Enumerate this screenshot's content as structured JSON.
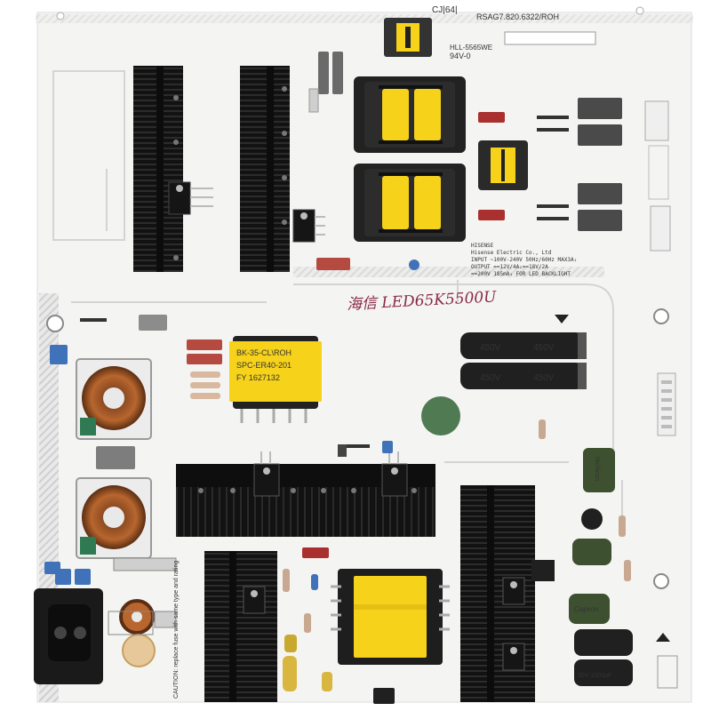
{
  "board": {
    "model_code": "RSAG7.820.6322/ROH",
    "stamp_top": "CJ|64|",
    "flammability": "94V-0",
    "part_label": "HLL-5565WE",
    "maker_line1": "HISENSE",
    "maker_line2": "Hisense Electric Co., Ltd",
    "rating_input": "INPUT ~100V-240V 50Hz/60Hz MAX3A₁",
    "rating_output": "OUTPUT ==12V/4A₂==18V/2A",
    "rating_led": "==200V 185mA₁ FOR LED BACKLIGHT",
    "handwritten": "海信 LED65K5500U",
    "transformer_label_1": "BK-35-CL\\ROH",
    "transformer_label_2": "SPC-ER40-201",
    "transformer_label_3": "FY 1627132",
    "cap_voltage": "450V",
    "cap_brand_1": "Nichicon",
    "cap_brand_2": "Capxon",
    "cap_brand_3": "35V 1000μF",
    "caution_text": "CAUTION: replace fuse with same type and rating"
  },
  "colors": {
    "board": "#f4f4f2",
    "trace": "#d0d0d0",
    "heatsink": "#161616",
    "transformer_yellow": "#f6d21b",
    "capacitor_black": "#202020",
    "relay_dark": "#4a4a4a"
  }
}
